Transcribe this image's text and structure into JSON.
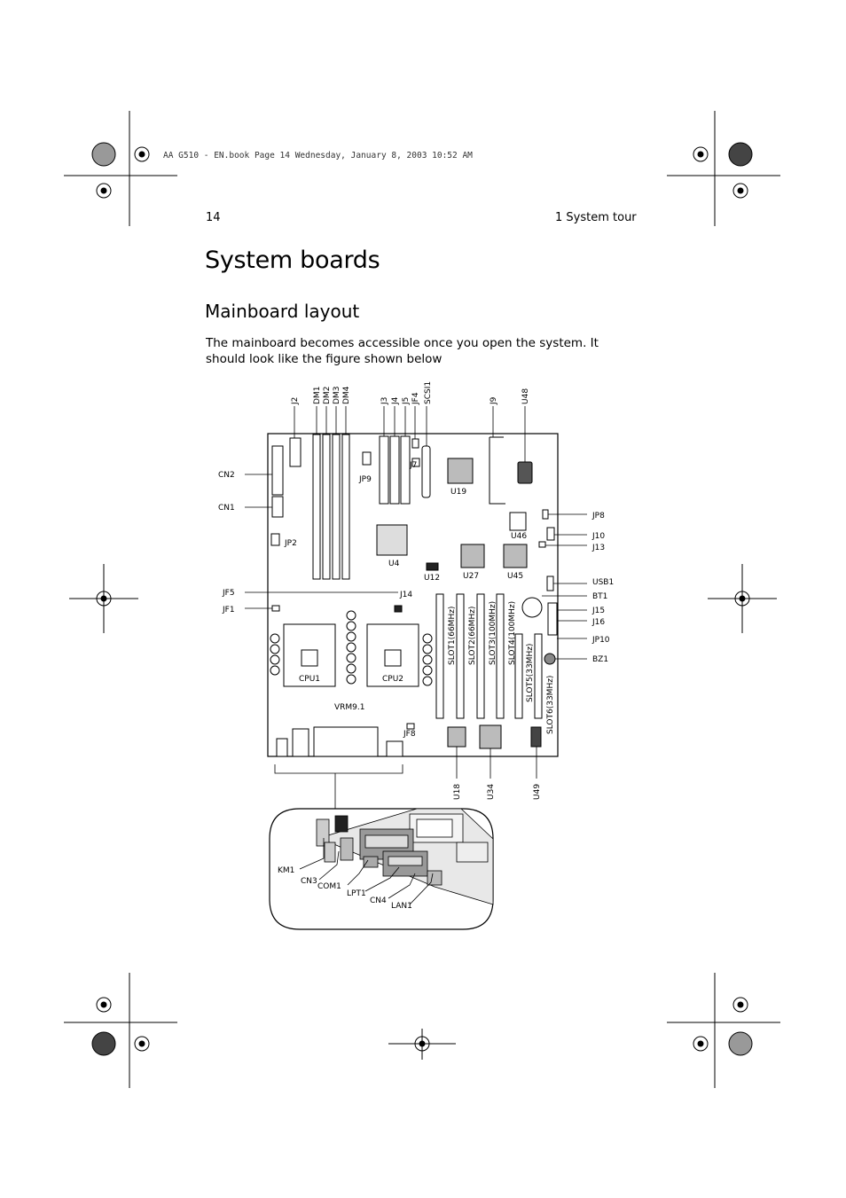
{
  "header": {
    "book_line": "AA G510 - EN.book  Page 14  Wednesday, January 8, 2003  10:52 AM",
    "page_number": "14",
    "chapter": "1 System tour"
  },
  "content": {
    "title": "System boards",
    "subtitle": "Mainboard layout",
    "intro_line1": "The mainboard becomes accessible once you open the system.  It",
    "intro_line2": "should look like the figure shown below"
  },
  "board_labels": {
    "top": [
      "J2",
      "DM1",
      "DM2",
      "DM3",
      "DM4",
      "J3",
      "J4",
      "J5",
      "JF4",
      "SCSI1",
      "J9",
      "U48"
    ],
    "left": [
      "CN2",
      "CN1",
      "JF5",
      "JF1"
    ],
    "right": [
      "JP8",
      "J10",
      "J13",
      "USB1",
      "BT1",
      "J15",
      "J16",
      "JP10",
      "BZ1"
    ],
    "bottom": [
      "U18",
      "U34",
      "U49"
    ],
    "inner": [
      "JP9",
      "J7",
      "U19",
      "U46",
      "JP2",
      "U4",
      "U12",
      "U27",
      "U45",
      "J14",
      "CPU1",
      "CPU2",
      "VRM9.1",
      "JF8"
    ],
    "slots": [
      "SLOT1(66MHz)",
      "SLOT2(66MHz)",
      "SLOT3(100MHz)",
      "SLOT4(100MHz)",
      "SLOT5(33MHz)",
      "SLOT6(33MHz)"
    ],
    "inset": [
      "KM1",
      "CN3",
      "COM1",
      "LPT1",
      "CN4",
      "LAN1"
    ]
  }
}
